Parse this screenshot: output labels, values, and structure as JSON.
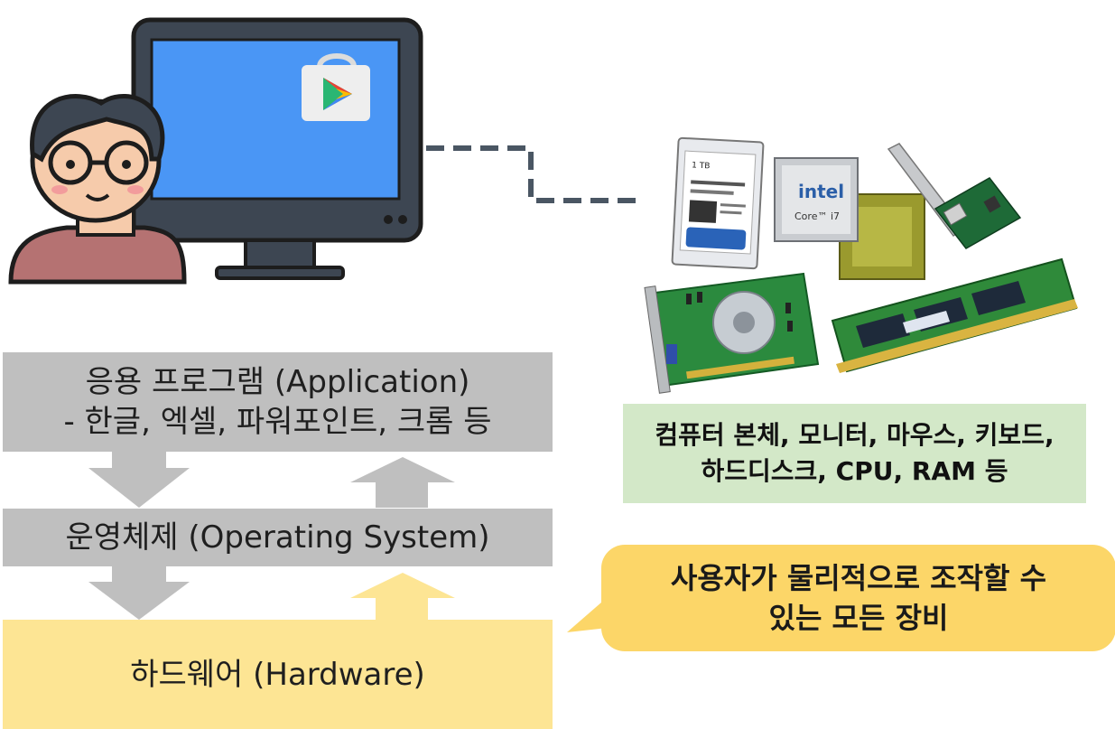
{
  "layers": {
    "application": {
      "line1": "응용 프로그램 (Application)",
      "line2": "- 한글, 엑셀, 파워포인트, 크롬 등",
      "color": "#bfbfbf"
    },
    "os": {
      "label": "운영체제 (Operating System)",
      "color": "#bfbfbf"
    },
    "hardware": {
      "label": "하드웨어 (Hardware)",
      "color": "#fde594"
    }
  },
  "hardware_examples": {
    "line1": "컴퓨터 본체, 모니터, 마우스, 키보드,",
    "line2": "하드디스크, CPU, RAM 등",
    "color": "#d3e8c8"
  },
  "callout": {
    "line1": "사용자가 물리적으로 조작할 수",
    "line2": "있는 모든 장비",
    "color": "#fcd668"
  },
  "images": {
    "hdd_label": "1 TB",
    "cpu_brand": "intel",
    "cpu_model": "Core™ i7"
  },
  "icons": [
    "user-icon",
    "monitor-icon",
    "play-store-icon",
    "hard-disk-icon",
    "cpu-icon",
    "network-card-icon",
    "graphics-card-icon",
    "ram-icon"
  ]
}
